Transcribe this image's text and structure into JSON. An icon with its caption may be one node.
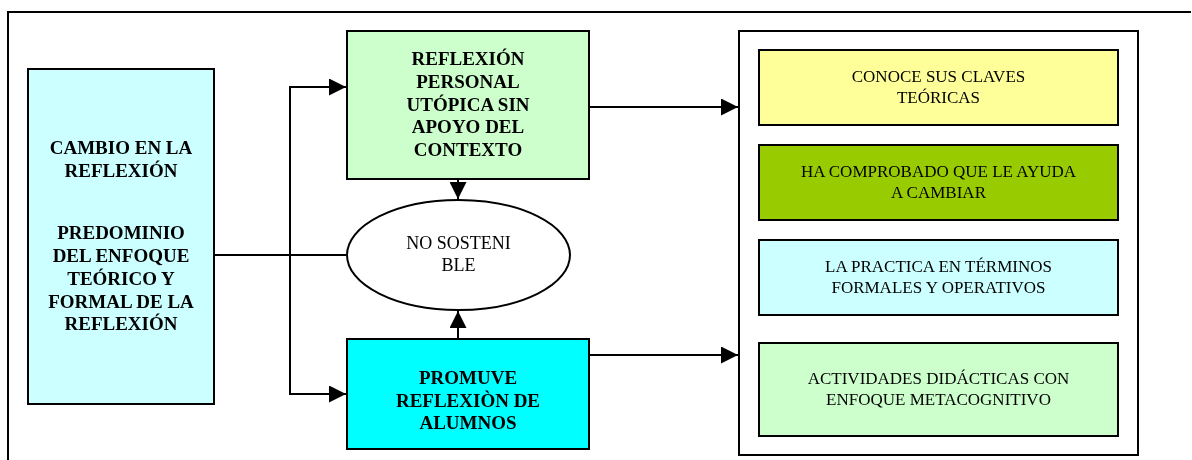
{
  "diagram": {
    "nodes": [
      {
        "text": [
          "CAMBIO EN LA REFLEXIÓN",
          "PREDOMINIO DEL ENFOQUE TEÓRICO Y FORMAL DE LA REFLEXIÓN"
        ]
      },
      {
        "text": [
          "REFLEXIÓN PERSONAL UTÓPICA SIN APOYO DEL CONTEXTO"
        ]
      },
      {
        "text": [
          "NO SOSTENI BLE"
        ]
      },
      {
        "text": [
          "PROMUVE REFLEXIÒN DE ALUMNOS"
        ]
      },
      {
        "text": [],
        "shape": "box"
      },
      {
        "text": [
          "CONOCE SUS CLAVES TEÓRICAS"
        ],
        "in": 4
      },
      {
        "text": [
          "HA COMPROBADO QUE LE AYUDA A CAMBIAR"
        ],
        "in": 4
      },
      {
        "text": [
          "LA PRACTICA EN TÉRMINOS FORMALES Y OPERATIVOS"
        ],
        "in": 4
      },
      {
        "text": [
          "ACTIVIDADES DIDÁCTICAS CON ENFOQUE METACOGNITIVO"
        ],
        "in": 4
      }
    ],
    "edges": [
      {
        "from": 0,
        "to": 1,
        "arrow": "to"
      },
      {
        "from": 0,
        "to": 3,
        "arrow": "to"
      },
      {
        "from": 0,
        "to": 2,
        "arrow": "none"
      },
      {
        "from": 1,
        "to": 2,
        "arrow": "to"
      },
      {
        "from": 3,
        "to": 2,
        "arrow": "to"
      },
      {
        "from": 1,
        "to": 4,
        "arrow": "to"
      },
      {
        "from": 3,
        "to": 4,
        "arrow": "to"
      }
    ]
  }
}
